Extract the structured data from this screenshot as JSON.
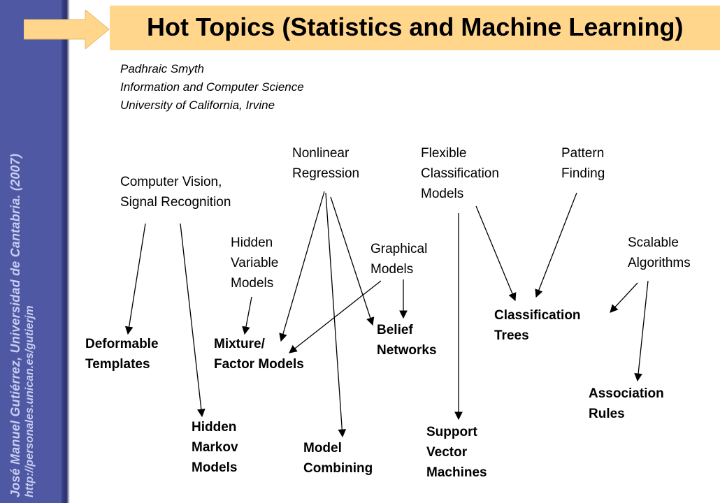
{
  "sidebar": {
    "credit_name": "José Manuel Gutiérrez, Universidad de Cantabria. (2007)",
    "credit_url": "http://personales.unican.es/gutierjm",
    "color": "#4e58a3"
  },
  "header": {
    "title": "Hot Topics (Statistics and Machine Learning)",
    "banner_color": "#ffd68c",
    "arrow_color": "#ffd68c"
  },
  "author": {
    "name": "Padhraic Smyth",
    "dept": "Information and Computer Science",
    "university": "University of California, Irvine"
  },
  "topics": {
    "computer_vision": "Computer Vision,\nSignal Recognition",
    "nonlinear_regression": "Nonlinear\nRegression",
    "flexible_classification": "Flexible\nClassification\nModels",
    "pattern_finding": "Pattern\nFinding",
    "hidden_variable": "Hidden\nVariable\nModels",
    "graphical_models": "Graphical\nModels",
    "scalable_algorithms": "Scalable\nAlgorithms"
  },
  "methods": {
    "deformable_templates": "Deformable\nTemplates",
    "hidden_markov": "Hidden\nMarkov\nModels",
    "mixture_factor": "Mixture/\nFactor Models",
    "model_combining": "Model\nCombining",
    "belief_networks": "Belief\nNetworks",
    "support_vector": "Support\nVector\nMachines",
    "classification_trees": "Classification\nTrees",
    "association_rules": "Association\nRules"
  }
}
